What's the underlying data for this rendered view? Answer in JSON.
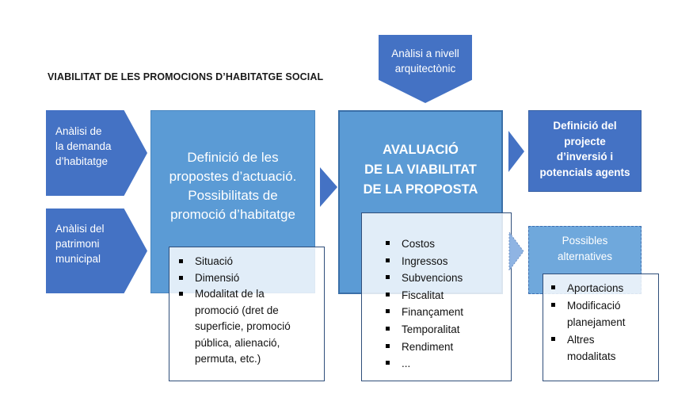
{
  "title": "VIABILITAT DE LES PROMOCIONS D’HABITATGE SOCIAL",
  "colors": {
    "dark_blue": "#4472c4",
    "mid_blue": "#5b9bd5",
    "light_blue": "#6fa8dc",
    "border_blue": "#2f4e7a"
  },
  "inputs": {
    "demand": [
      "Anàlisi de",
      "la demanda",
      "d’habitatge"
    ],
    "patrimony": [
      "Anàlisi del",
      "patrimoni",
      "municipal"
    ],
    "architecture": [
      "Anàlisi  a nivell",
      "arquitectònic"
    ]
  },
  "definition_box": {
    "lines": [
      "Definició de les",
      "propostes d’actuació.",
      "Possibilitats de",
      "promoció d’habitatge"
    ],
    "bullets": [
      [
        "Situació"
      ],
      [
        "Dimensió"
      ],
      [
        "Modalitat de la",
        "promoció (dret de",
        "superficie,  promoció",
        "pública, alienació,",
        "permuta, etc.)"
      ]
    ]
  },
  "evaluation_box": {
    "lines": [
      "AVALUACIÓ",
      "DE LA VIABILITAT",
      "DE LA PROPOSTA"
    ],
    "bullets": [
      "Costos",
      "Ingressos",
      "Subvencions",
      "Fiscalitat",
      "Finançament",
      "Temporalitat",
      "Rendiment",
      "..."
    ]
  },
  "output_box": {
    "lines": [
      "Definició del",
      "projecte",
      "d’inversió i",
      "potencials agents"
    ]
  },
  "alternatives_box": {
    "lines": [
      "Possibles",
      "alternatives"
    ],
    "bullets": [
      [
        "Aportacions"
      ],
      [
        "Modificació",
        "planejament"
      ],
      [
        "Altres",
        "modalitats"
      ]
    ]
  }
}
